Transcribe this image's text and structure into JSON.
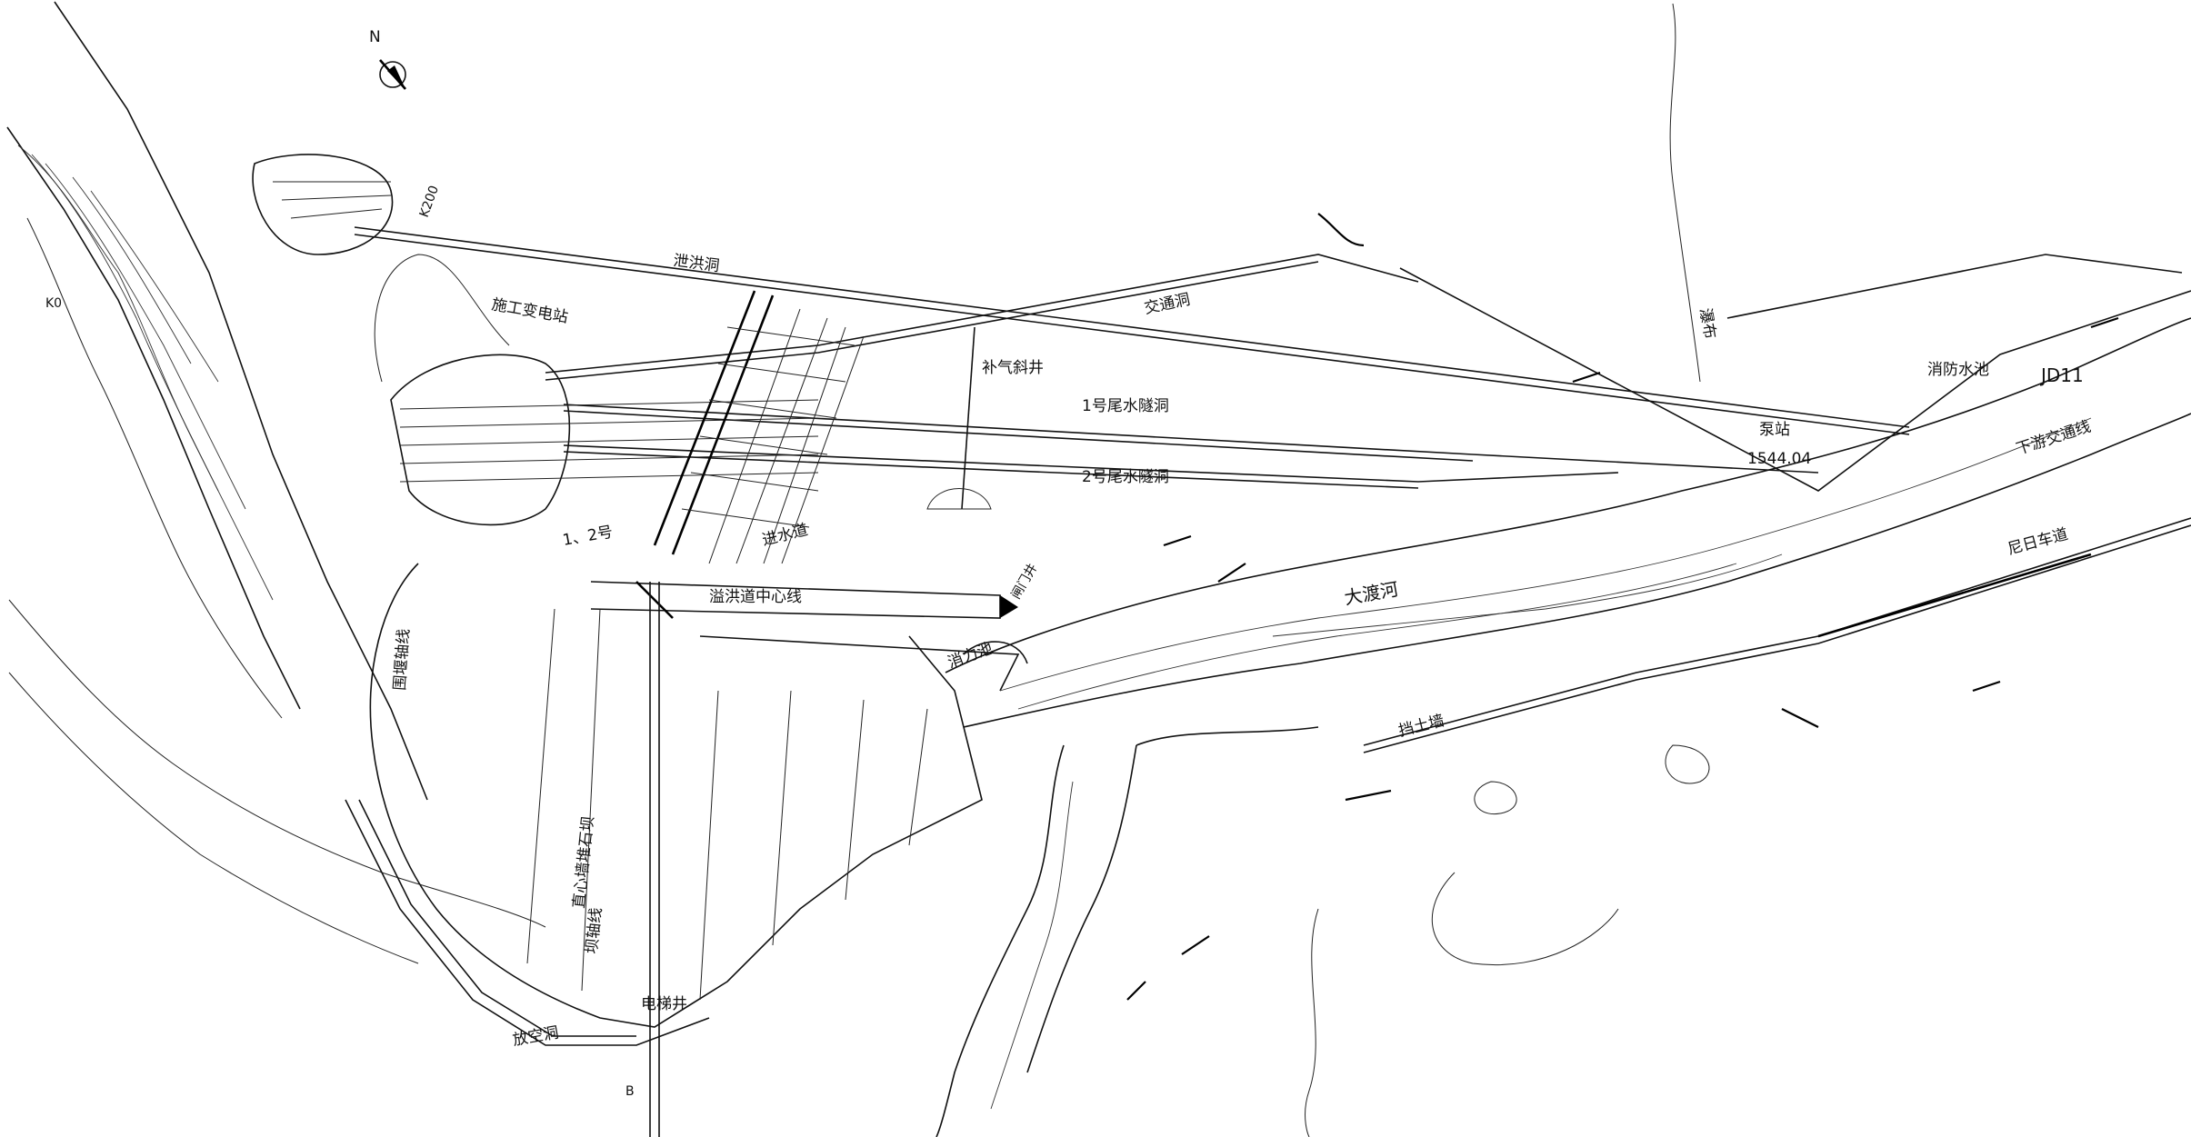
{
  "labels": {
    "construction_substation": "施工变电站",
    "diversion_tunnel": "泄洪洞",
    "traffic_tunnel": "交通洞",
    "air_shaft": "补气斜井",
    "tailrace_tunnel_1": "1号尾水隧洞",
    "tailrace_tunnel_2": "2号尾水隧洞",
    "stilling_pool": "消防水池",
    "downstream_road": "下游交通线",
    "niri_road": "尼日车道",
    "dadu_river": "大渡河",
    "retaining_wall": "挡土墙",
    "cofferdam_axis": "围堰轴线",
    "core_wall_dam": "直心墙堆石坝",
    "dam_axis": "坝轴线",
    "elevator_shaft": "电梯井",
    "emptying_tunnel": "放空洞",
    "spillway_centerline": "溢洪道中心线",
    "plunge_pool": "消力池",
    "gate_shaft": "闸门井",
    "waterfall": "瀑布",
    "pump_station": "泵站",
    "head_tunnel": "进水道",
    "tunnel_12": "1、2号",
    "elevation": "1544.04",
    "jd11": "JD11",
    "k0": "K0",
    "k200": "K200",
    "north": "N",
    "section_b": "B"
  },
  "icons": {
    "north_arrow": "north-arrow-icon"
  },
  "colors": {
    "line": "#111111",
    "background": "#ffffff"
  }
}
